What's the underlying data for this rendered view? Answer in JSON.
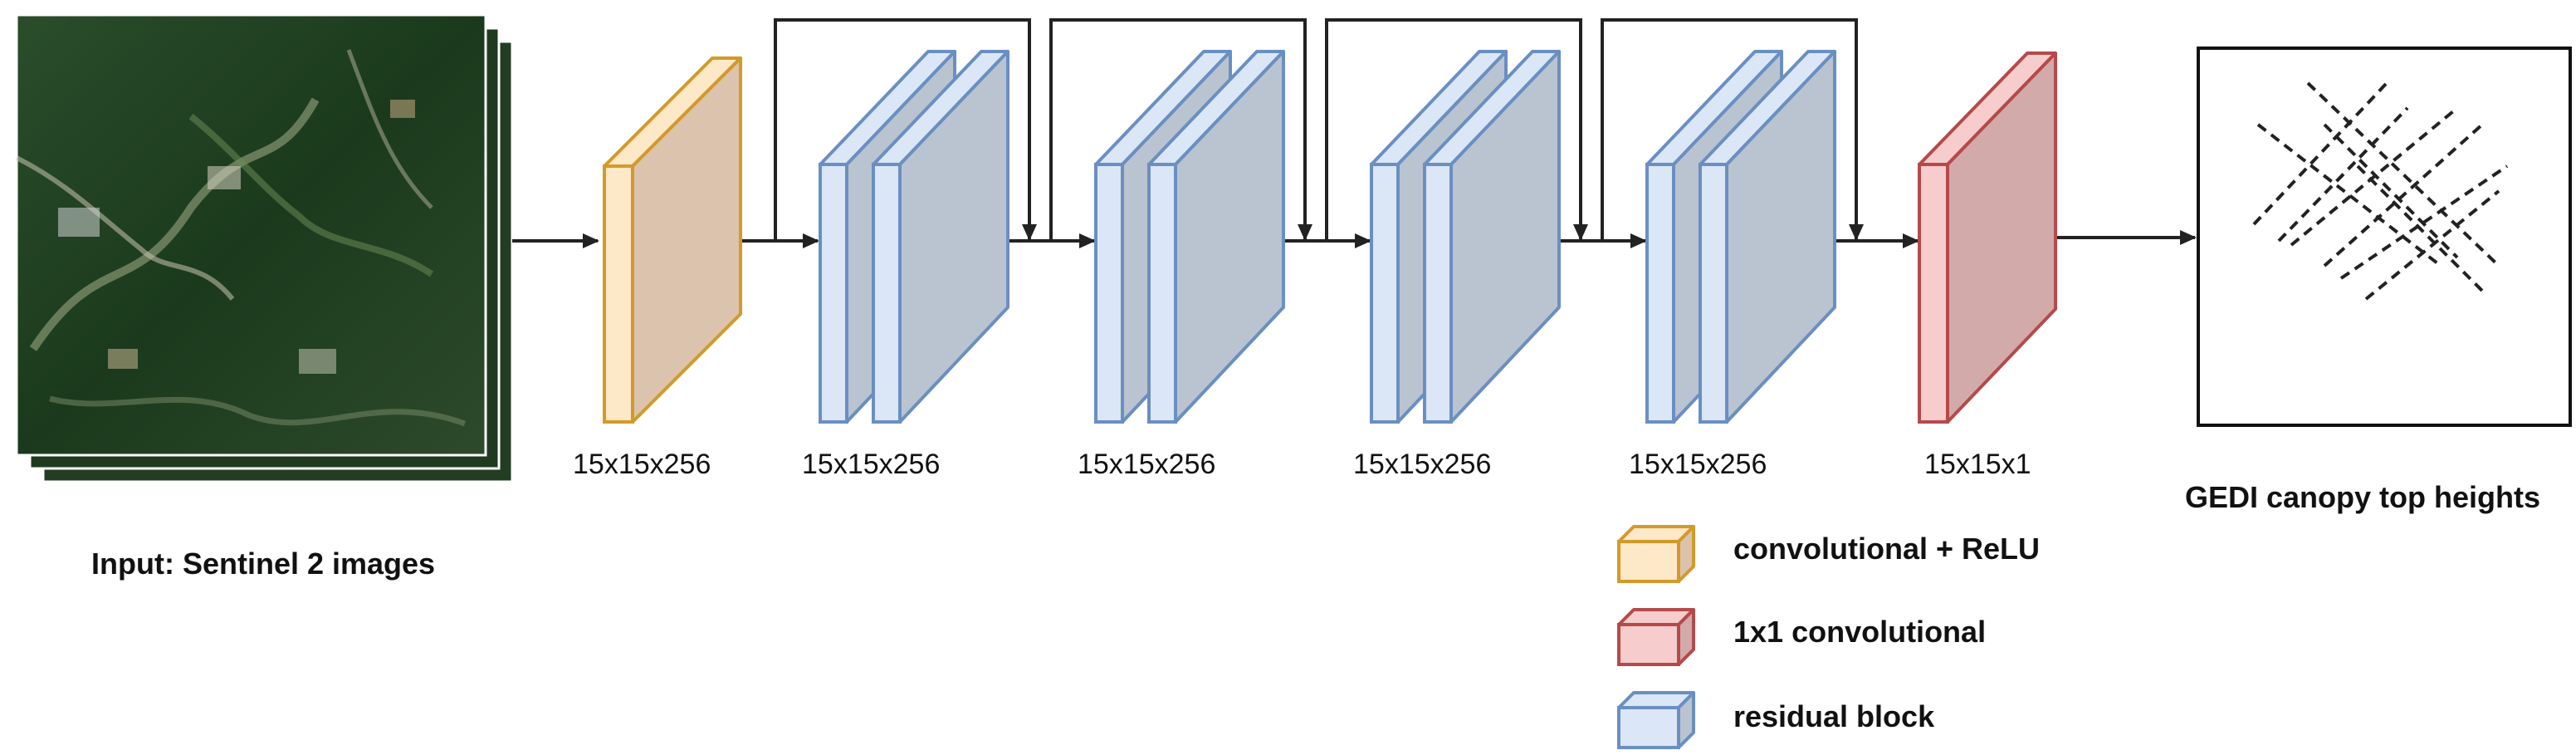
{
  "input": {
    "label": "Input:  Sentinel 2 images"
  },
  "layers": [
    {
      "type": "conv_relu",
      "size": "15x15x256"
    },
    {
      "type": "residual",
      "size": "15x15x256"
    },
    {
      "type": "residual",
      "size": "15x15x256"
    },
    {
      "type": "residual",
      "size": "15x15x256"
    },
    {
      "type": "residual",
      "size": "15x15x256"
    },
    {
      "type": "conv1x1",
      "size": "15x15x1"
    }
  ],
  "output": {
    "label": "GEDI canopy top heights"
  },
  "legend": [
    {
      "key": "conv_relu",
      "label": "convolutional + ReLU"
    },
    {
      "key": "conv1x1",
      "label": "1x1 convolutional"
    },
    {
      "key": "residual",
      "label": "residual block"
    }
  ],
  "colors": {
    "conv_relu_face": "#fde8c8",
    "conv_relu_side": "#dcc3ad",
    "conv_relu_stroke": "#d39a2a",
    "conv1x1_face": "#f6cccc",
    "conv1x1_side": "#d3aaaa",
    "conv1x1_stroke": "#b54a4a",
    "residual_face": "#dbe7f6",
    "residual_side": "#b9c4d0",
    "residual_stroke": "#6a8fc2",
    "arrow": "#222222",
    "satellite_forest": "#1d3d1f"
  }
}
